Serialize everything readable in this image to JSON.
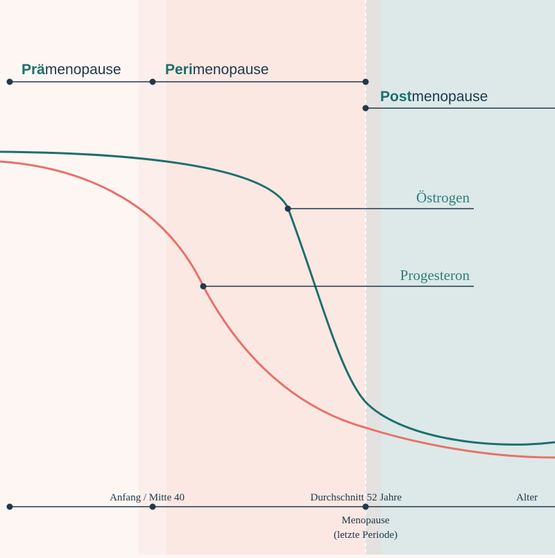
{
  "colors": {
    "teal": "#1e6f6b",
    "coral": "#e8716a",
    "dark": "#21394a",
    "bg_pre": "#fdf6f3",
    "bg_peri": "#fbe8e3",
    "bg_post": "#dce9e8"
  },
  "phases": {
    "pre": {
      "bold": "Prä",
      "rest": "menopause"
    },
    "peri": {
      "bold": "Peri",
      "rest": "menopause"
    },
    "post": {
      "bold": "Post",
      "rest": "menopause"
    }
  },
  "curves": {
    "estrogen": {
      "label": "Östrogen"
    },
    "progesterone": {
      "label": "Progesteron"
    }
  },
  "timeline": {
    "early_mid_40": "Anfang / Mitte 40",
    "average_52": "Durchschnitt 52 Jahre",
    "age": "Alter",
    "menopause_line1": "Menopause",
    "menopause_line2": "(letzte Periode)"
  }
}
